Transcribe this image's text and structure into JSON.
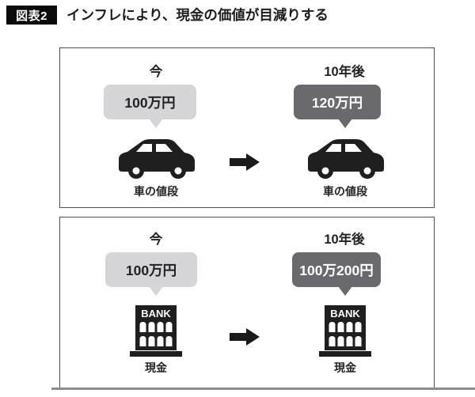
{
  "header": {
    "badge": "図表2",
    "title": "インフレにより、現金の価値が目減りする"
  },
  "colors": {
    "light_bubble": "#d5d5d7",
    "dark_bubble": "#6a6a6e",
    "ink": "#1f1f1f",
    "panel_border": "#4f4f4f"
  },
  "bank_sign": "BANK",
  "panels": [
    {
      "name": "car-price-panel",
      "columns": [
        {
          "period": "今",
          "amount": "100万円",
          "style": "light",
          "icon": "car-icon",
          "caption": "車の値段"
        },
        {
          "period": "10年後",
          "amount": "120万円",
          "style": "dark",
          "icon": "car-icon",
          "caption": "車の値段"
        }
      ]
    },
    {
      "name": "cash-panel",
      "columns": [
        {
          "period": "今",
          "amount": "100万円",
          "style": "light",
          "icon": "bank-icon",
          "caption": "現金"
        },
        {
          "period": "10年後",
          "amount": "100万200円",
          "style": "dark",
          "icon": "bank-icon",
          "caption": "現金"
        }
      ]
    }
  ]
}
